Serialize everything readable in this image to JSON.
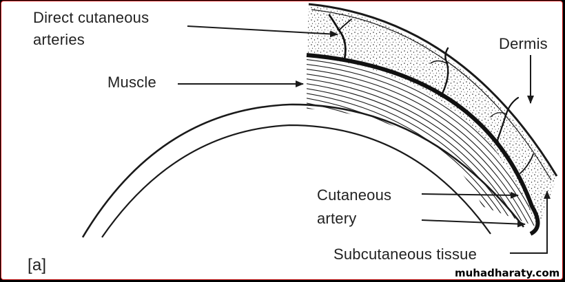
{
  "labels": {
    "direct_cutaneous_line1": "Direct cutaneous",
    "direct_cutaneous_line2": "arteries",
    "muscle": "Muscle",
    "dermis": "Dermis",
    "cutaneous_artery_line1": "Cutaneous",
    "cutaneous_artery_line2": "artery",
    "subcutaneous_tissue": "Subcutaneous tissue",
    "panel": "[a]"
  },
  "watermark": "muhadharaty.com",
  "colors": {
    "frame_background": "#000000",
    "panel_background": "#ffffff",
    "border": "#d01818",
    "ink": "#1a1a1a"
  }
}
